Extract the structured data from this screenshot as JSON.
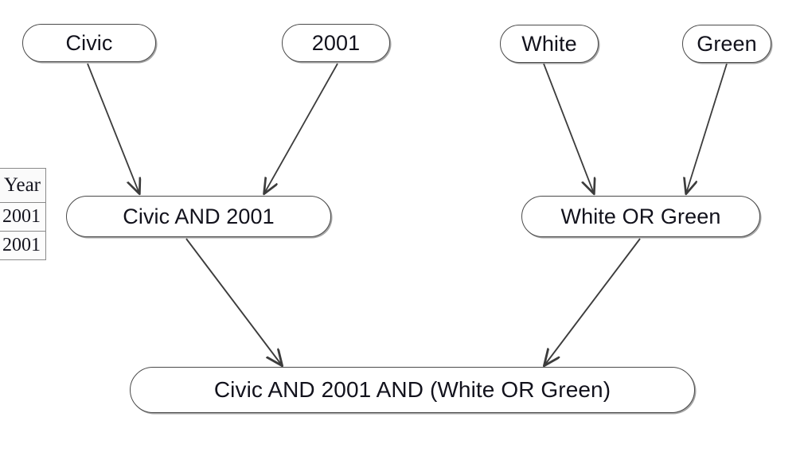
{
  "diagram": {
    "title": "Civic AND 2001 AND (White OR Green)",
    "type": "boolean-query-expression-tree",
    "background_color": "#ffffff",
    "node_fill_color": "#ffffff",
    "node_border_color": "#4a4a4a",
    "text_color": "#12121c",
    "edge_color": "#3c3c3c",
    "nodes": {
      "civic": {
        "label": "Civic",
        "level": "leaf"
      },
      "year_2001": {
        "label": "2001",
        "level": "leaf"
      },
      "white": {
        "label": "White",
        "level": "leaf"
      },
      "green": {
        "label": "Green",
        "level": "leaf"
      },
      "civic_and_2001": {
        "label": "Civic AND 2001",
        "level": "intermediate"
      },
      "white_or_green": {
        "label": "White OR Green",
        "level": "intermediate"
      },
      "root": {
        "label": "Civic AND 2001 AND (White OR Green)",
        "level": "root"
      }
    },
    "edges": [
      {
        "from": "civic",
        "to": "civic_and_2001"
      },
      {
        "from": "year_2001",
        "to": "civic_and_2001"
      },
      {
        "from": "white",
        "to": "white_or_green"
      },
      {
        "from": "green",
        "to": "white_or_green"
      },
      {
        "from": "civic_and_2001",
        "to": "root"
      },
      {
        "from": "white_or_green",
        "to": "root"
      }
    ]
  },
  "result_table": {
    "clipped": true,
    "headers": [
      "Year"
    ],
    "rows": [
      [
        "2001"
      ],
      [
        "2001"
      ]
    ]
  }
}
